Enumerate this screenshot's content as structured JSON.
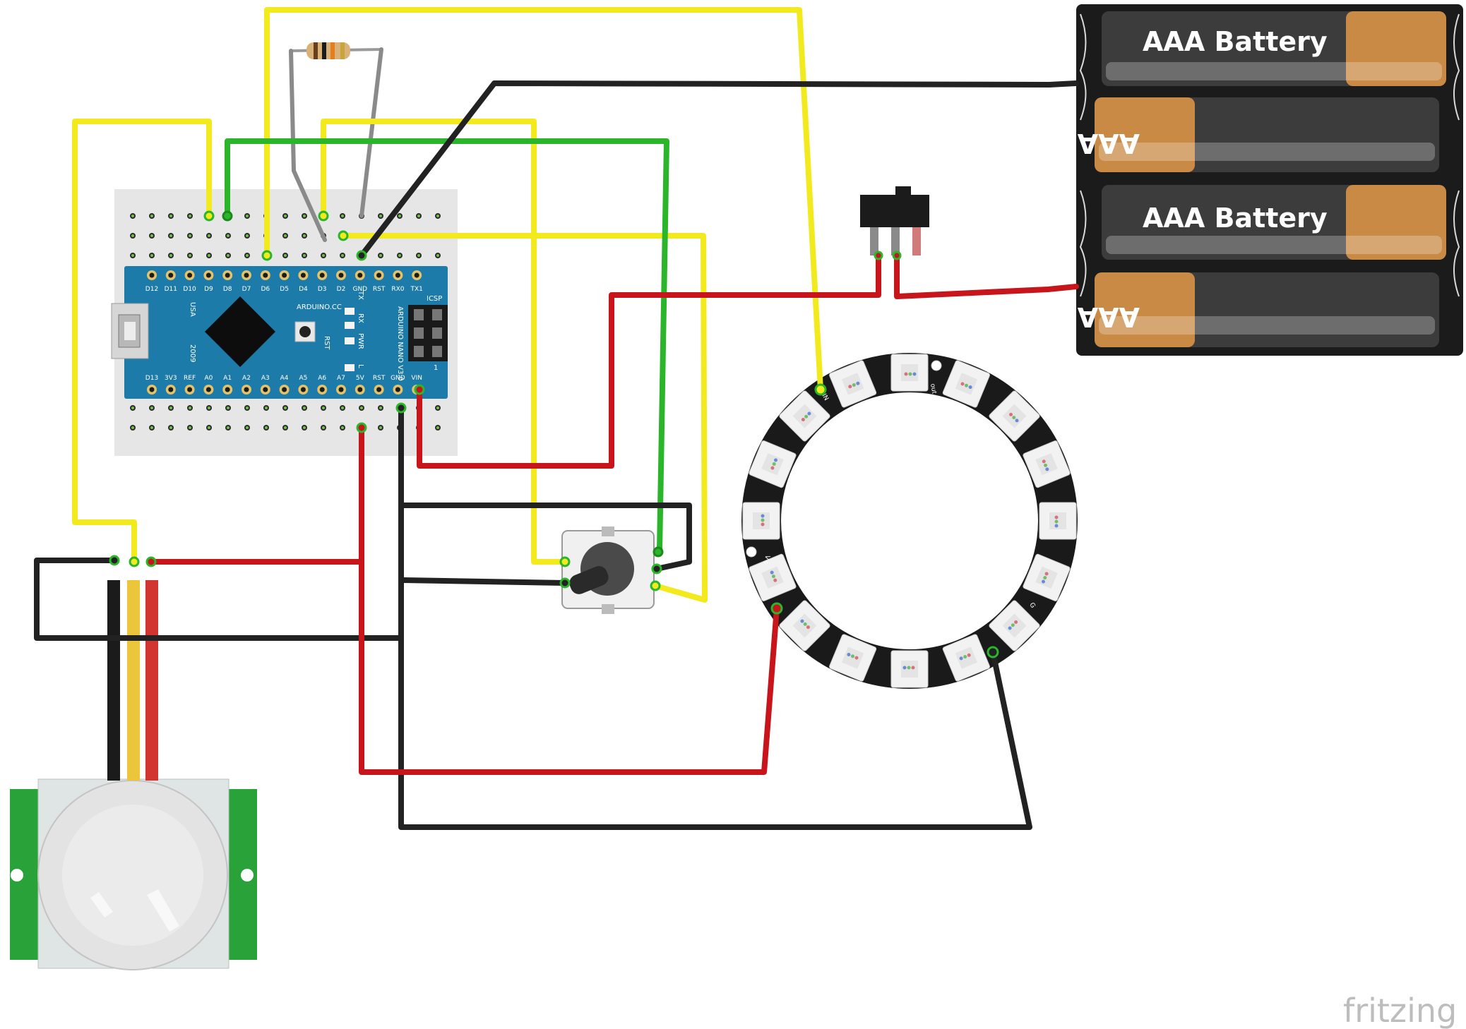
{
  "watermark": "fritzing",
  "arduino": {
    "top_pins": [
      "D12",
      "D11",
      "D10",
      "D9",
      "D8",
      "D7",
      "D6",
      "D5",
      "D4",
      "D3",
      "D2",
      "GND",
      "RST",
      "RX0",
      "TX1"
    ],
    "bottom_pins": [
      "D13",
      "3V3",
      "REF",
      "A0",
      "A1",
      "A2",
      "A3",
      "A4",
      "A5",
      "A6",
      "A7",
      "5V",
      "RST",
      "GND",
      "VIN"
    ],
    "brand": "ARDUINO.CC",
    "model": "ARDUINO NANO V3.0",
    "country": "USA",
    "year": "2009",
    "reset_label": "RST",
    "led_labels": [
      "TX",
      "RX",
      "PWR",
      "L"
    ],
    "icsp_label": "ICSP",
    "icsp_pin1": "1"
  },
  "battery_pack": {
    "cells": [
      "AAA Battery",
      "AAA Battery",
      "AAA Battery",
      "AAA Battery"
    ]
  },
  "neopixel_ring": {
    "pixel_count": 16,
    "labels": {
      "in": "IN",
      "out": "out",
      "vplus": "V+",
      "gnd": "G"
    }
  },
  "colors": {
    "wire_yellow": "#f2ea1d",
    "wire_green": "#2ab52a",
    "wire_red": "#c8141b",
    "wire_black": "#222222",
    "wire_gray": "#8a8a8a",
    "arduino_blue": "#1a7aa8",
    "breadboard": "#e8e8e8",
    "pir_green": "#2aa23a",
    "battery_case": "#1c1c1c",
    "battery_copper": "#c98a45"
  }
}
